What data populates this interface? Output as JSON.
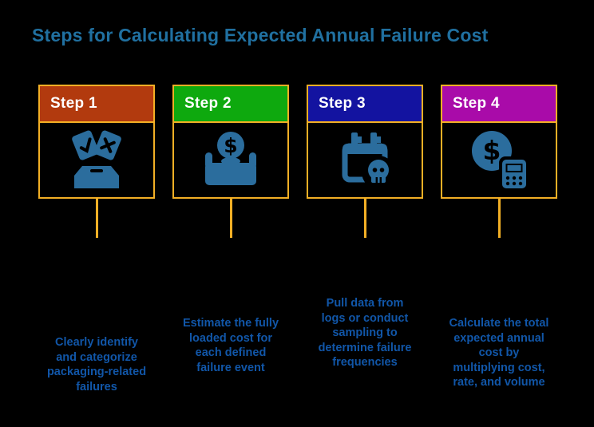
{
  "title": "Steps for Calculating Expected Annual Failure Cost",
  "colors": {
    "background": "#000000",
    "border_gold": "#F2AF25",
    "icon_blue": "#2B6D9D",
    "title_text": "#2070A0",
    "body_text": "#1156A8",
    "header_text": "#FFFFFF"
  },
  "steps": [
    {
      "label": "Step 1",
      "header_color": "#B23A0E",
      "icon": "ballot-box-icon",
      "description": "Clearly identify\nand categorize\npackaging-related\nfailures"
    },
    {
      "label": "Step 2",
      "header_color": "#0EA90E",
      "icon": "coin-drop-icon",
      "description": "Estimate the fully\nloaded cost for\neach defined\nfailure event"
    },
    {
      "label": "Step 3",
      "header_color": "#1313A0",
      "icon": "calendar-skull-icon",
      "description": "Pull data from\nlogs or conduct\nsampling to\ndetermine failure\nfrequencies"
    },
    {
      "label": "Step 4",
      "header_color": "#A90BA9",
      "icon": "coin-calculator-icon",
      "description": "Calculate the total\nexpected annual\ncost by\nmultiplying cost,\nrate, and volume"
    }
  ]
}
